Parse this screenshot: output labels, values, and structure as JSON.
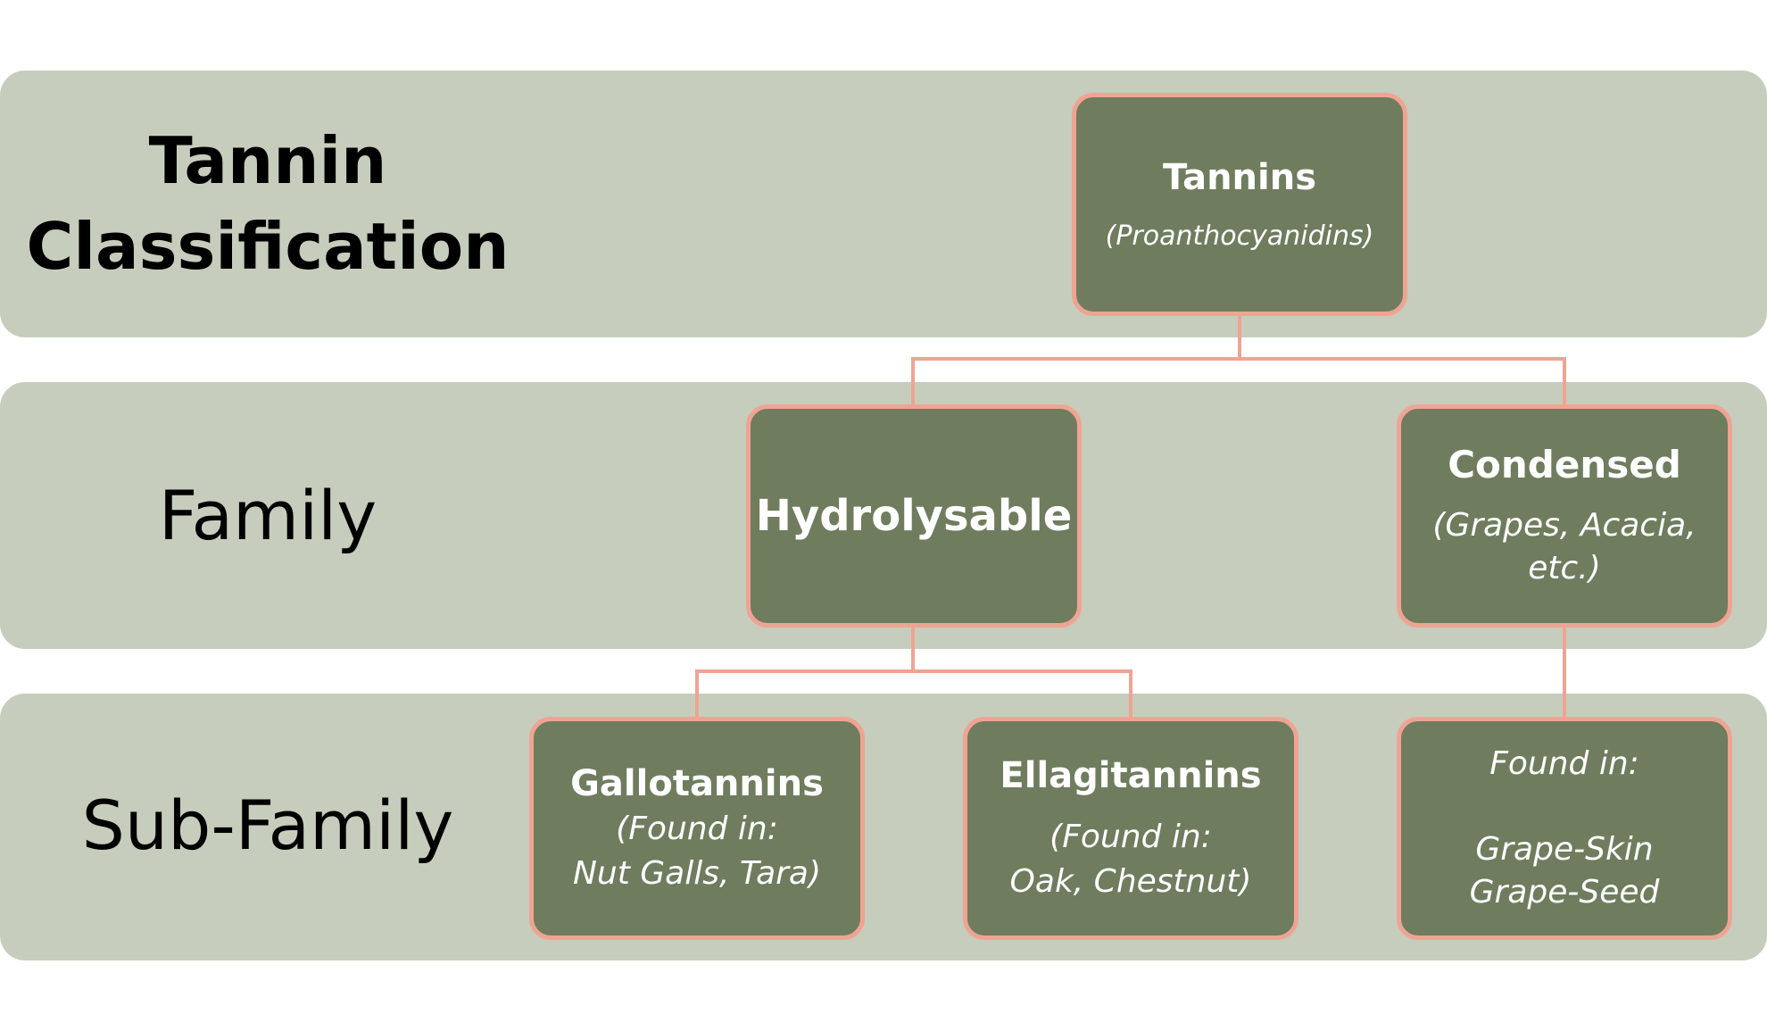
{
  "colors": {
    "band": "#c6cdbc",
    "node_fill": "#6f7c5e",
    "node_border": "#efa493",
    "connector": "#efa493",
    "label_text": "#000000",
    "node_text": "#ffffff"
  },
  "levels": {
    "title": "Tannin Classification",
    "family": "Family",
    "subfamily": "Sub-Family"
  },
  "nodes": {
    "root": {
      "name": "Tannins",
      "note": "(Proanthocyanidins)"
    },
    "hydrolysable": {
      "name": "Hydrolysable",
      "note": ""
    },
    "condensed": {
      "name": "Condensed",
      "note": "(Grapes, Acacia,\netc.)"
    },
    "gallotannins": {
      "name": "Gallotannins",
      "note": "(Found in:\nNut Galls, Tara)"
    },
    "ellagitannins": {
      "name": "Ellagitannins",
      "note": "(Found in:\nOak, Chestnut)"
    },
    "condensed_sources": {
      "name": "",
      "note": "Found in:\n\nGrape-Skin\nGrape-Seed"
    }
  }
}
